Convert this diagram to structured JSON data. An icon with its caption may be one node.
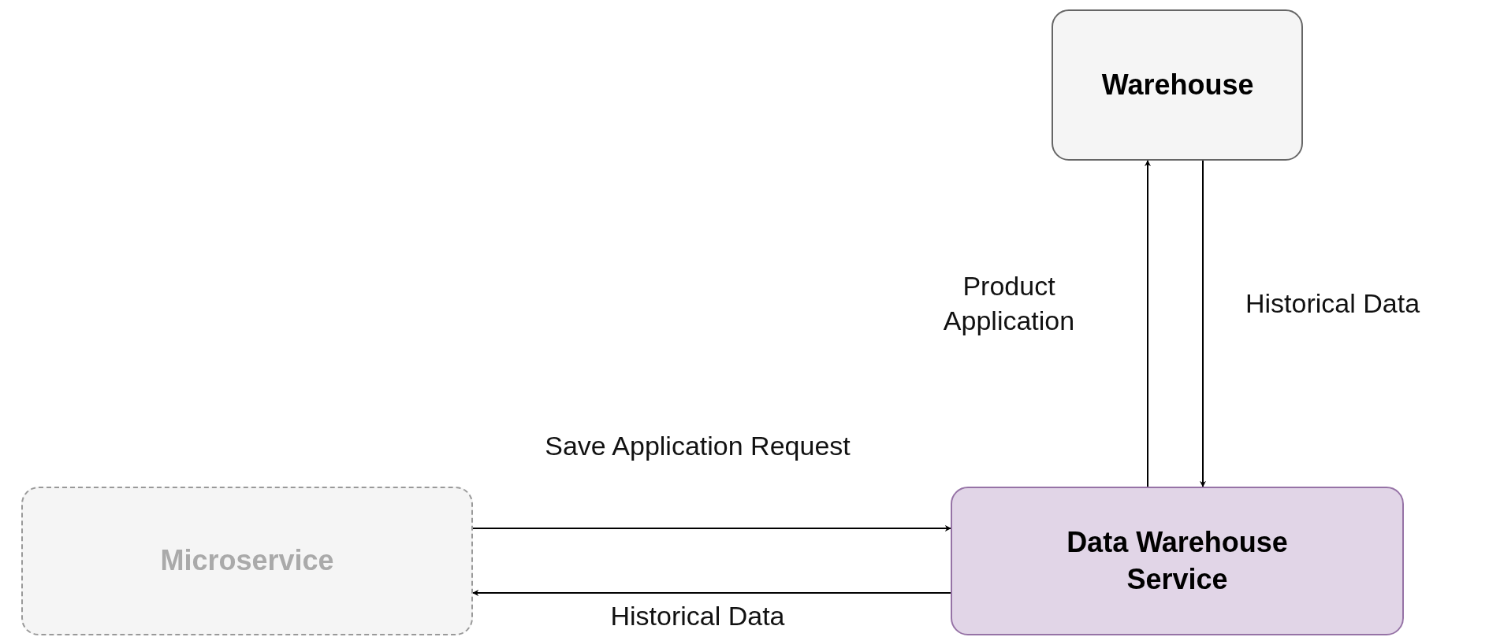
{
  "diagram": {
    "nodes": [
      {
        "text": [
          "Warehouse"
        ]
      },
      {
        "text": [
          "Microservice"
        ]
      },
      {
        "text": [
          "Data Warehouse Service"
        ]
      }
    ],
    "edges": [
      {
        "from": 2,
        "to": 0,
        "arrow": "to",
        "label": "Product Application"
      },
      {
        "from": 0,
        "to": 2,
        "arrow": "to",
        "label": "Historical Data"
      },
      {
        "from": 1,
        "to": 2,
        "arrow": "to",
        "label": "Save Application Request"
      },
      {
        "from": 2,
        "to": 1,
        "arrow": "to",
        "label": "Historical Data"
      }
    ]
  }
}
